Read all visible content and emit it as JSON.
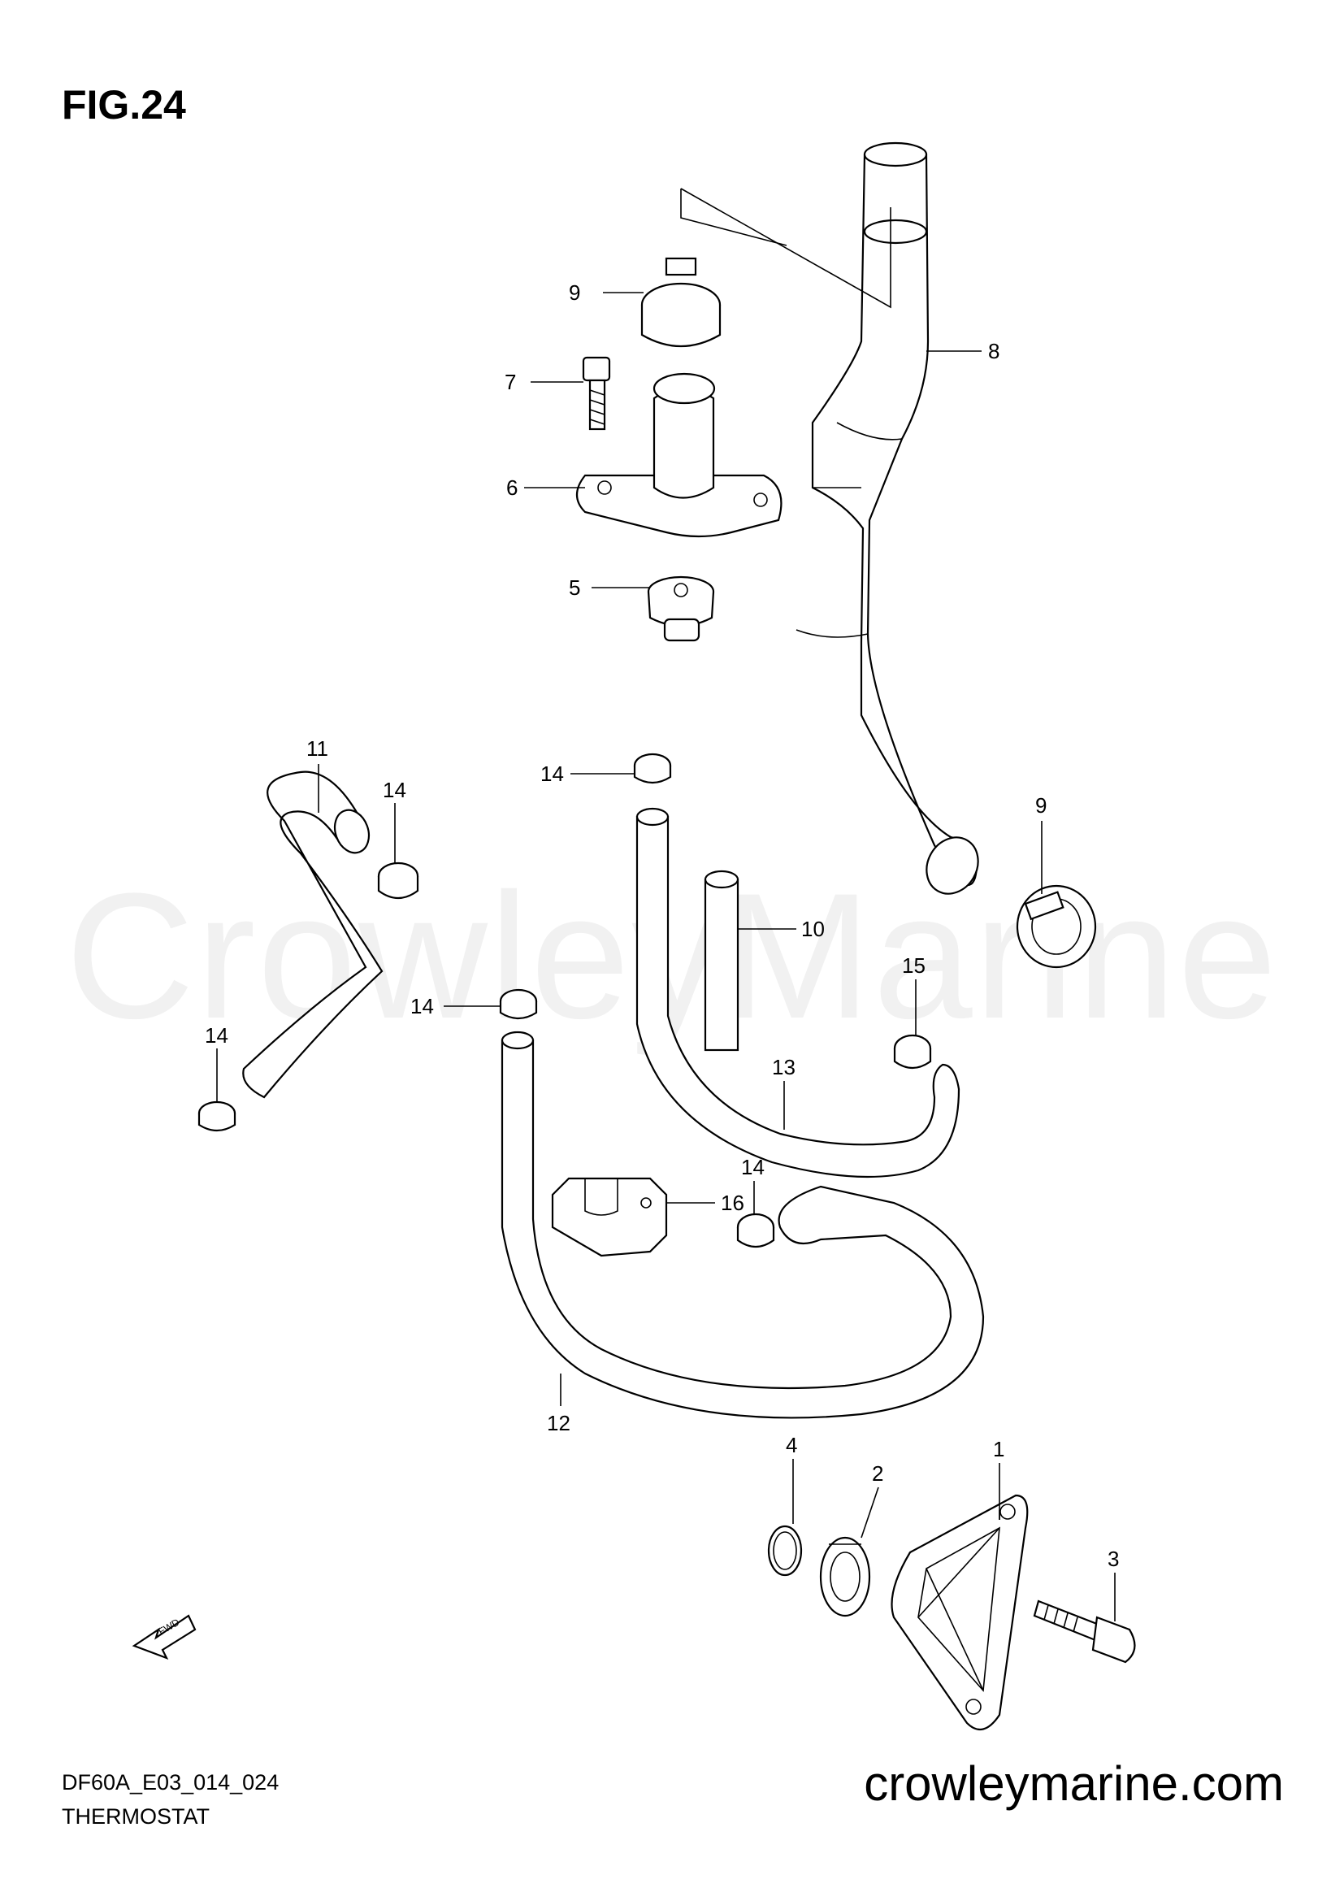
{
  "figure": {
    "title": "FIG.24"
  },
  "footer": {
    "model_code": "DF60A_E03_014_024",
    "section_name": "THERMOSTAT",
    "website": "crowleymarine.com"
  },
  "watermark": "CrowleyMarine",
  "orientation_mark": "FWD",
  "callouts": [
    "9",
    "7",
    "6",
    "5",
    "8",
    "11",
    "14",
    "14",
    "9",
    "10",
    "14",
    "15",
    "14",
    "13",
    "16",
    "14",
    "12",
    "4",
    "2",
    "1",
    "3"
  ]
}
